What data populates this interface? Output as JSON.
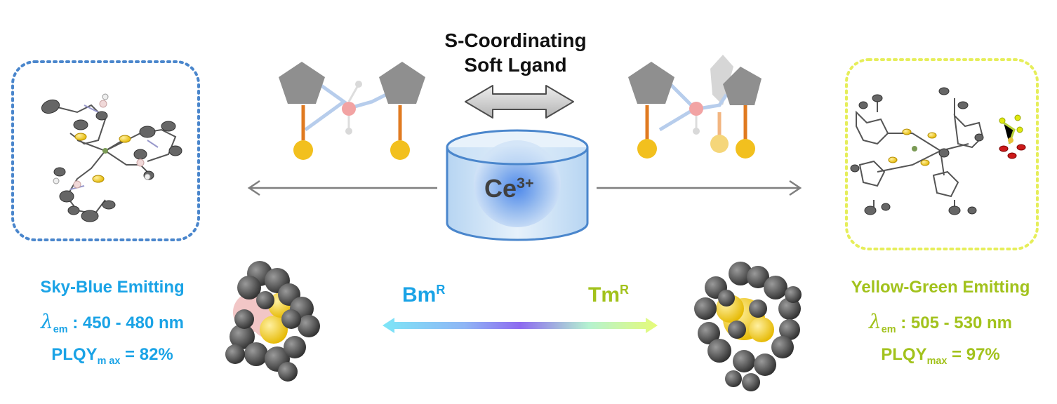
{
  "title": {
    "line1": "S-Coordinating",
    "line2": "Soft Lgand"
  },
  "center": {
    "ion": "Ce",
    "charge": "3+"
  },
  "left": {
    "name": "Sky-Blue Emitting",
    "lambda_sym": "λ",
    "lambda_sub": "em",
    "lambda_value": " : 450 - 480 nm",
    "plqy_label": "PLQY",
    "plqy_sub": "m ax",
    "plqy_value": " = 82%",
    "ligand": "Bm",
    "ligand_sup": "R",
    "frame_color": "#4a86cc"
  },
  "right": {
    "name": "Yellow-Green  Emitting",
    "lambda_sym": "λ",
    "lambda_sub": "em",
    "lambda_value": " : 505 - 530 nm",
    "plqy_label": "PLQY",
    "plqy_sub": "max",
    "plqy_value": " = 97%",
    "ligand": "Tm",
    "ligand_sup": "R",
    "frame_color": "#e6ee5a"
  },
  "colors": {
    "blue_text": "#1aa3e6",
    "green_text": "#a2c21c",
    "gray_arrow": "#7f7f7f"
  }
}
